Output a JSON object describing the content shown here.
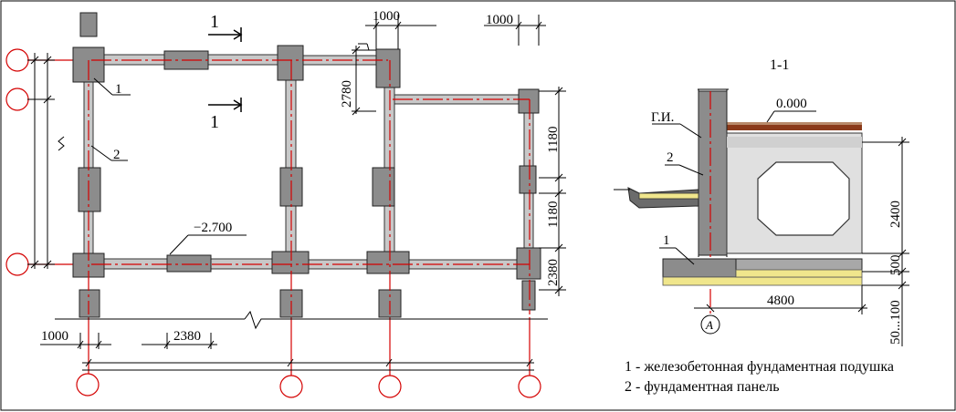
{
  "plan": {
    "section_mark": "1",
    "level_label": "−2.700",
    "callouts": {
      "pad": "1",
      "panel": "2"
    },
    "dims": {
      "top_left": "1000",
      "top_right": "1000",
      "vertical_top": "2780",
      "right_upper": "1180",
      "right_mid": "1180",
      "right_lower": "2380",
      "bottom_left": "1000",
      "bottom_mid": "2380"
    }
  },
  "section": {
    "title": "1-1",
    "level_top": "0.000",
    "insulation_label": "Г.И.",
    "callouts": {
      "panel": "2",
      "pad": "1"
    },
    "dims": {
      "height": "2400",
      "pad_height": "500",
      "bed": "50...100",
      "width": "4800"
    },
    "axis_label": "A"
  },
  "legend": {
    "item1": "1 - железобетонная фундаментная подушка",
    "item2": "2 - фундаментная панель"
  },
  "colors": {
    "panel_fill": "#c8c8c8",
    "dark_block": "#8c8c8c",
    "axis_red": "#d40000",
    "floor_brown": "#8b3a1a",
    "sand_yellow": "#f0e68c"
  }
}
